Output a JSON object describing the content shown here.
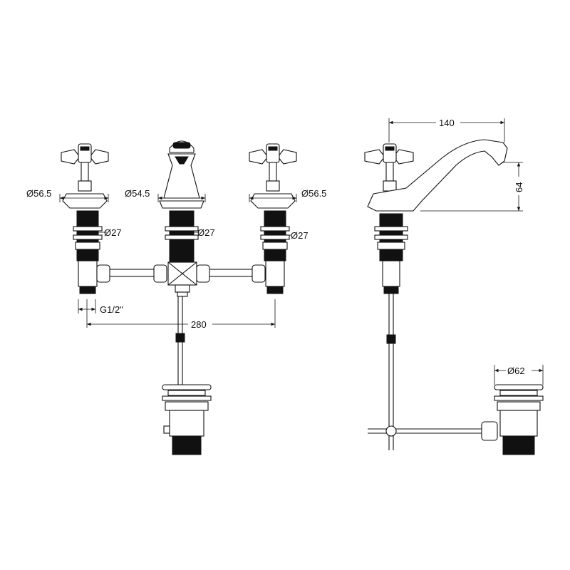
{
  "dimensions": {
    "left_handle_diameter": "Ø56.5",
    "spout_diameter": "Ø54.5",
    "right_handle_diameter": "Ø56.5",
    "left_shank_diameter": "Ø27",
    "center_shank_diameter": "Ø27",
    "right_shank_diameter": "Ø27",
    "thread_size": "G1/2\"",
    "valve_spacing": "280",
    "spout_reach": "140",
    "spout_height": "64",
    "waste_diameter": "Ø62"
  },
  "colors": {
    "line": "#111111",
    "background": "#ffffff"
  }
}
